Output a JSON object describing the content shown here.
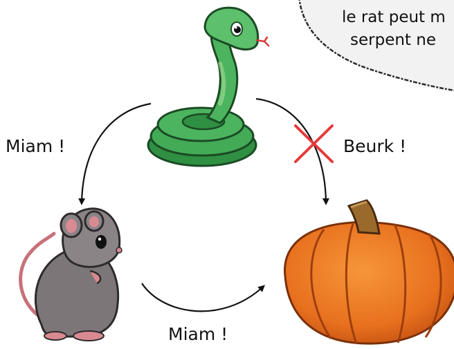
{
  "bubble": {
    "line1": "le rat peut m",
    "line2": "serpent ne"
  },
  "labels": {
    "snake_to_rat": "Miam !",
    "snake_to_pumpkin": "Beurk !",
    "rat_to_pumpkin": "Miam !"
  },
  "icons": {
    "snake": "snake-icon",
    "rat": "rat-icon",
    "pumpkin": "pumpkin-icon",
    "cross": "red-cross-icon"
  },
  "colors": {
    "snake_green": "#3fa552",
    "rat_grey": "#7c7679",
    "pumpkin_orange": "#ee7a24",
    "cross_red": "#e53a3a"
  }
}
